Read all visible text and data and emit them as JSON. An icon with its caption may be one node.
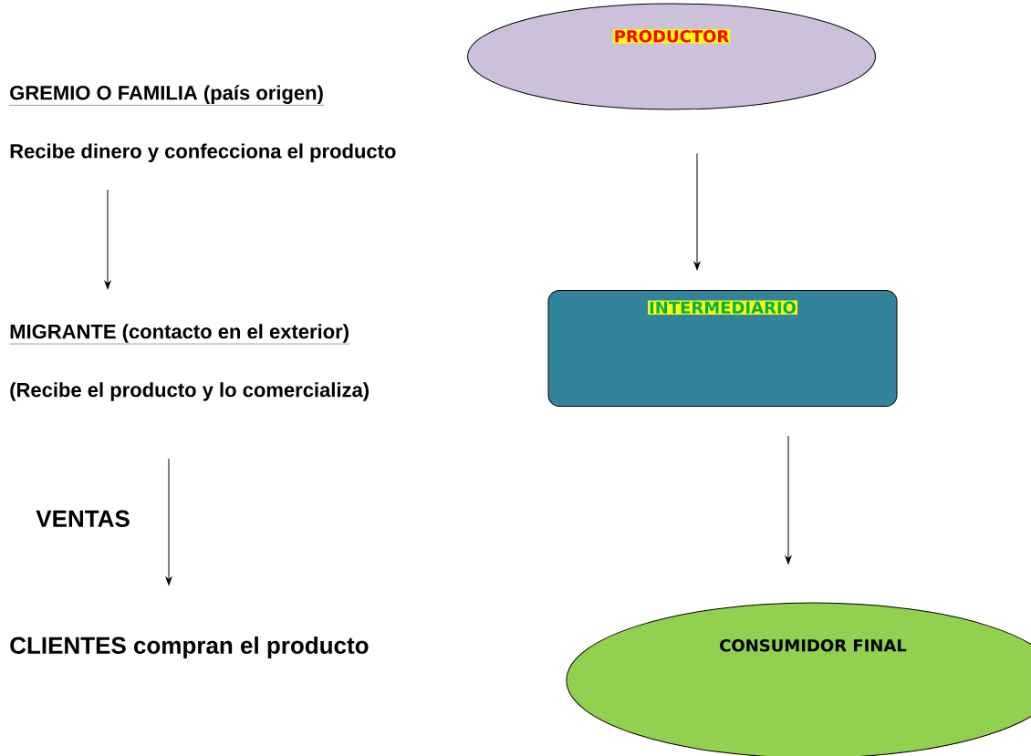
{
  "diagram": {
    "nodes": [
      {
        "text": [
          "PRODUCTOR"
        ]
      },
      {
        "text": [
          "GREMIO O FAMILIA (país origen)",
          "Recibe dinero y confecciona el producto"
        ]
      },
      {
        "text": [
          "INTERMEDIARIO"
        ]
      },
      {
        "text": [
          "MIGRANTE (contacto en el exterior)",
          "(Recibe el producto y lo comercializa)"
        ]
      },
      {
        "text": [
          "CLIENTES compran el producto"
        ]
      },
      {
        "text": [
          "CONSUMIDOR FINAL"
        ]
      }
    ],
    "edges": [
      {
        "from": 1,
        "to": 3,
        "arrow": "to"
      },
      {
        "from": 3,
        "to": 4,
        "arrow": "to",
        "label": "VENTAS"
      },
      {
        "from": 0,
        "to": 2,
        "arrow": "to"
      },
      {
        "from": 2,
        "to": 5,
        "arrow": "to"
      }
    ]
  }
}
